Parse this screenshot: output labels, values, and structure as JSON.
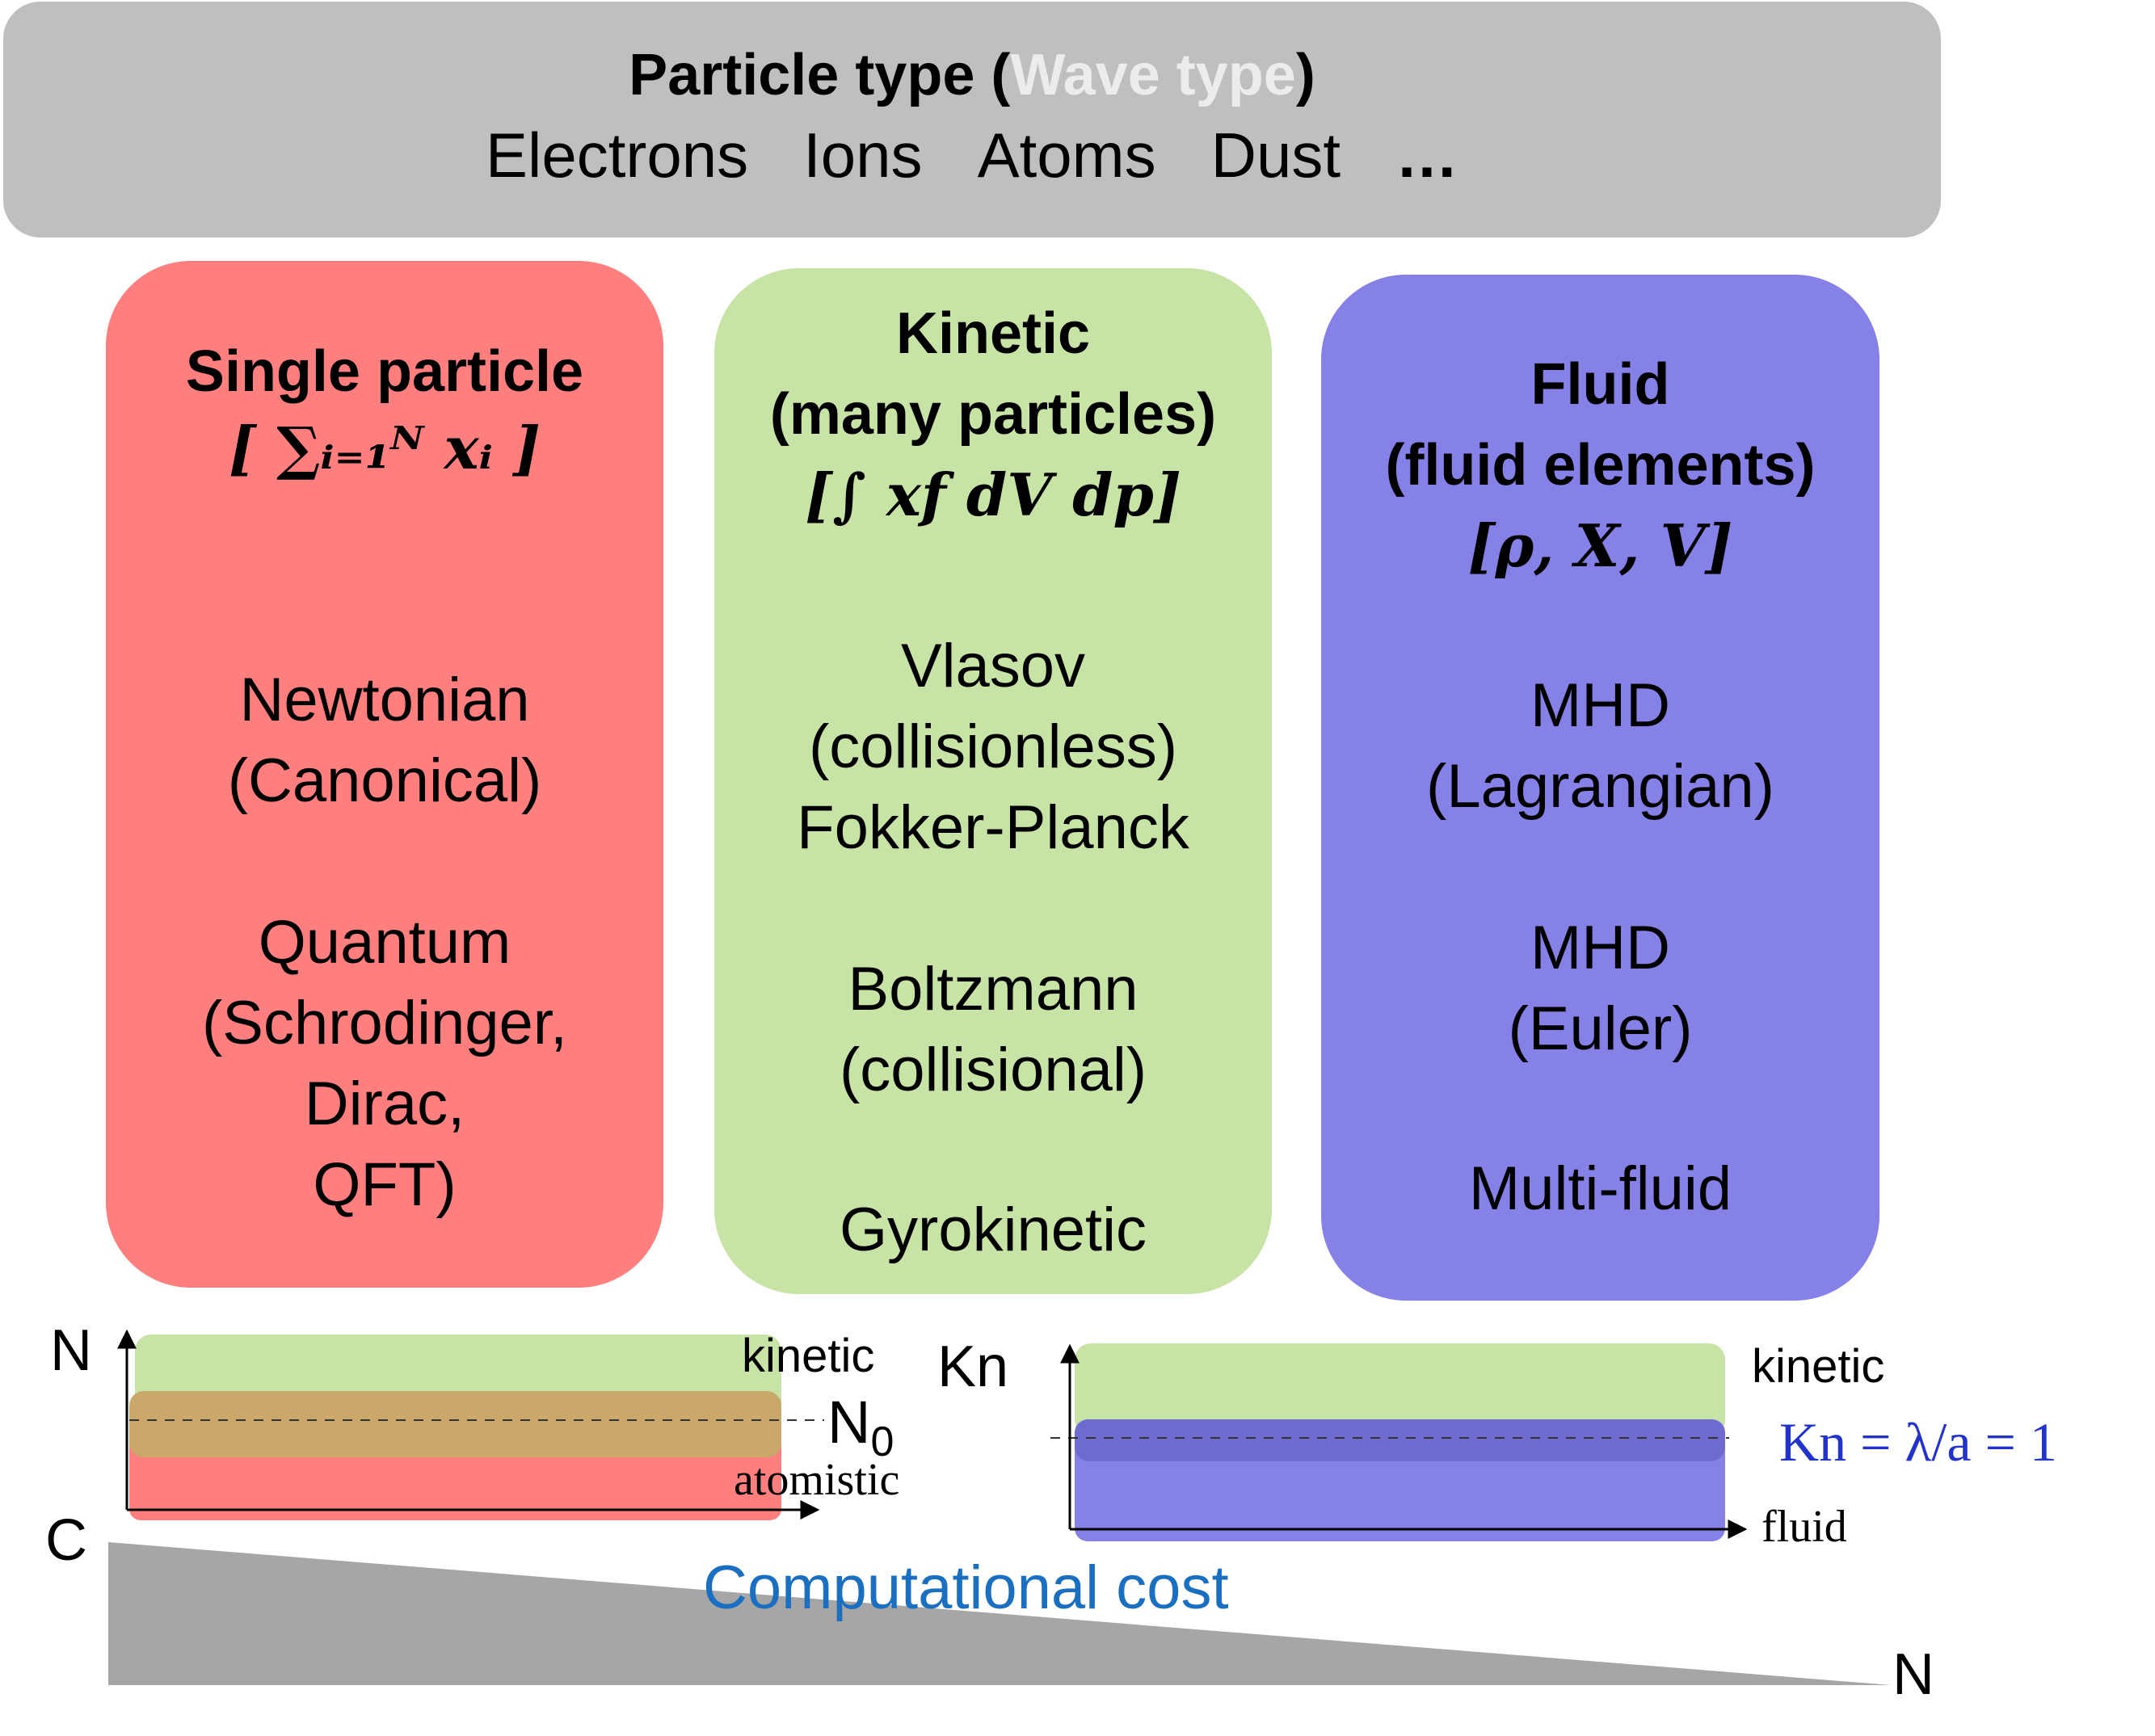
{
  "banner": {
    "title_prefix": "Particle type (",
    "title_wave": "Wave type",
    "title_suffix": ")",
    "items": [
      "Electrons",
      "Ions",
      "Atoms",
      "Dust"
    ],
    "ellipsis": "…"
  },
  "boxes": {
    "single": {
      "title": "Single particle",
      "formula": "[ ∑ᵢ₌₁ᴺ xᵢ ]",
      "models": [
        "Newtonian",
        "(Canonical)",
        "Quantum",
        "(Schrodinger,",
        "Dirac,",
        "QFT)"
      ]
    },
    "kinetic": {
      "title": "Kinetic",
      "subtitle": "(many particles)",
      "formula": "[∫ xf dV dp]",
      "models": [
        "Vlasov",
        "(collisionless)",
        "Fokker-Planck",
        "Boltzmann",
        "(collisional)",
        "Gyrokinetic"
      ]
    },
    "fluid": {
      "title": "Fluid",
      "subtitle": "(fluid elements)",
      "formula": "[ρ, X, V]",
      "models": [
        "MHD",
        "(Lagrangian)",
        "MHD",
        "(Euler)",
        "Multi-fluid"
      ]
    }
  },
  "left_plot": {
    "y_axis": "N",
    "top_label": "kinetic",
    "threshold_label": "N",
    "threshold_sub": "0",
    "bottom_label": "atomistic",
    "colors": {
      "kinetic": "#c7e4a6",
      "overlap": "#c9a86a",
      "atomistic": "#ff7f7f"
    }
  },
  "right_plot": {
    "y_axis": "Kn",
    "top_label": "kinetic",
    "threshold_label": "Kn = λ/a = 1",
    "bottom_label": "fluid",
    "colors": {
      "kinetic": "#c7e4a6",
      "overlap": "#6e6ad0",
      "fluid": "#8581e6",
      "threshold": "#2233cc"
    }
  },
  "cost": {
    "y_axis": "C",
    "x_axis": "N",
    "label": "Computational cost",
    "label_color": "#1a6fc0",
    "wedge_color": "#a6a6a6"
  }
}
